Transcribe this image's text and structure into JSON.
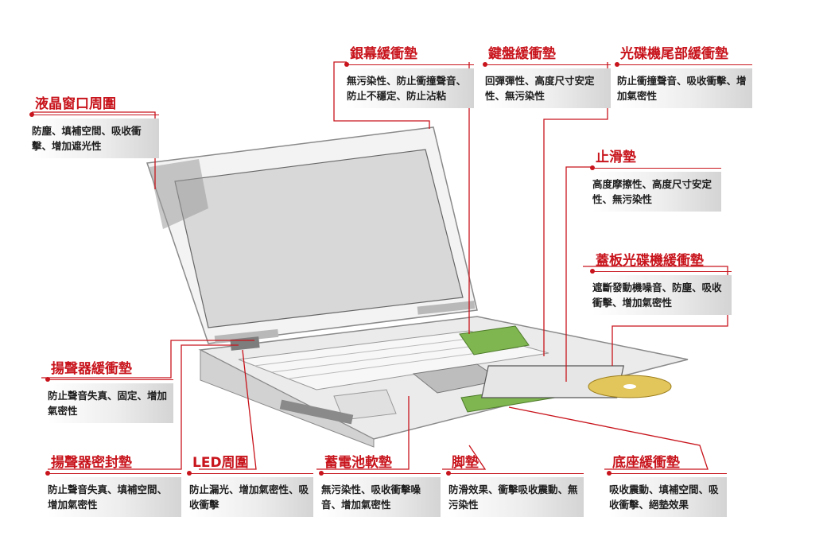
{
  "colors": {
    "accent": "#c8141c",
    "text": "#1e1e1e"
  },
  "callouts": [
    {
      "id": "lcd-frame",
      "title": "液晶窗口周圍",
      "desc": "防塵、填補空間、吸收衝擊、增加遮光性"
    },
    {
      "id": "screen-cushion",
      "title": "銀幕緩衝墊",
      "desc": "無污染性、防止衝撞聲音、防止不穩定、防止沾粘"
    },
    {
      "id": "keyboard-cushion",
      "title": "鍵盤緩衝墊",
      "desc": "回彈彈性、高度尺寸安定性、無污染性"
    },
    {
      "id": "drive-rear-cushion",
      "title": "光碟機尾部緩衝墊",
      "desc": "防止衝撞聲音、吸收衝擊、增加氣密性"
    },
    {
      "id": "anti-slip-pad",
      "title": "止滑墊",
      "desc": "高度摩擦性、高度尺寸安定性、無污染性"
    },
    {
      "id": "drive-cover-cushion",
      "title": "蓋板光碟機緩衝墊",
      "desc": "遮斷發動機噪音、防塵、吸收衝擊、增加氣密性"
    },
    {
      "id": "speaker-cushion",
      "title": "揚聲器緩衝墊",
      "desc": "防止聲音失真、固定、增加氣密性"
    },
    {
      "id": "speaker-seal",
      "title": "揚聲器密封墊",
      "desc": "防止聲音失真、填補空間、增加氣密性"
    },
    {
      "id": "led-frame",
      "title": "LED周圍",
      "desc": "防止漏光、增加氣密性、吸收衝擊"
    },
    {
      "id": "battery-pad",
      "title": "蓄電池軟墊",
      "desc": "無污染性、吸收衝擊噪音、增加氣密性"
    },
    {
      "id": "foot-pad",
      "title": "脚墊",
      "desc": "防滑效果、衝擊吸收震動、無污染性"
    },
    {
      "id": "base-cushion",
      "title": "底座緩衝墊",
      "desc": "吸收震動、填補空間、吸收衝擊、絕墊效果"
    }
  ]
}
